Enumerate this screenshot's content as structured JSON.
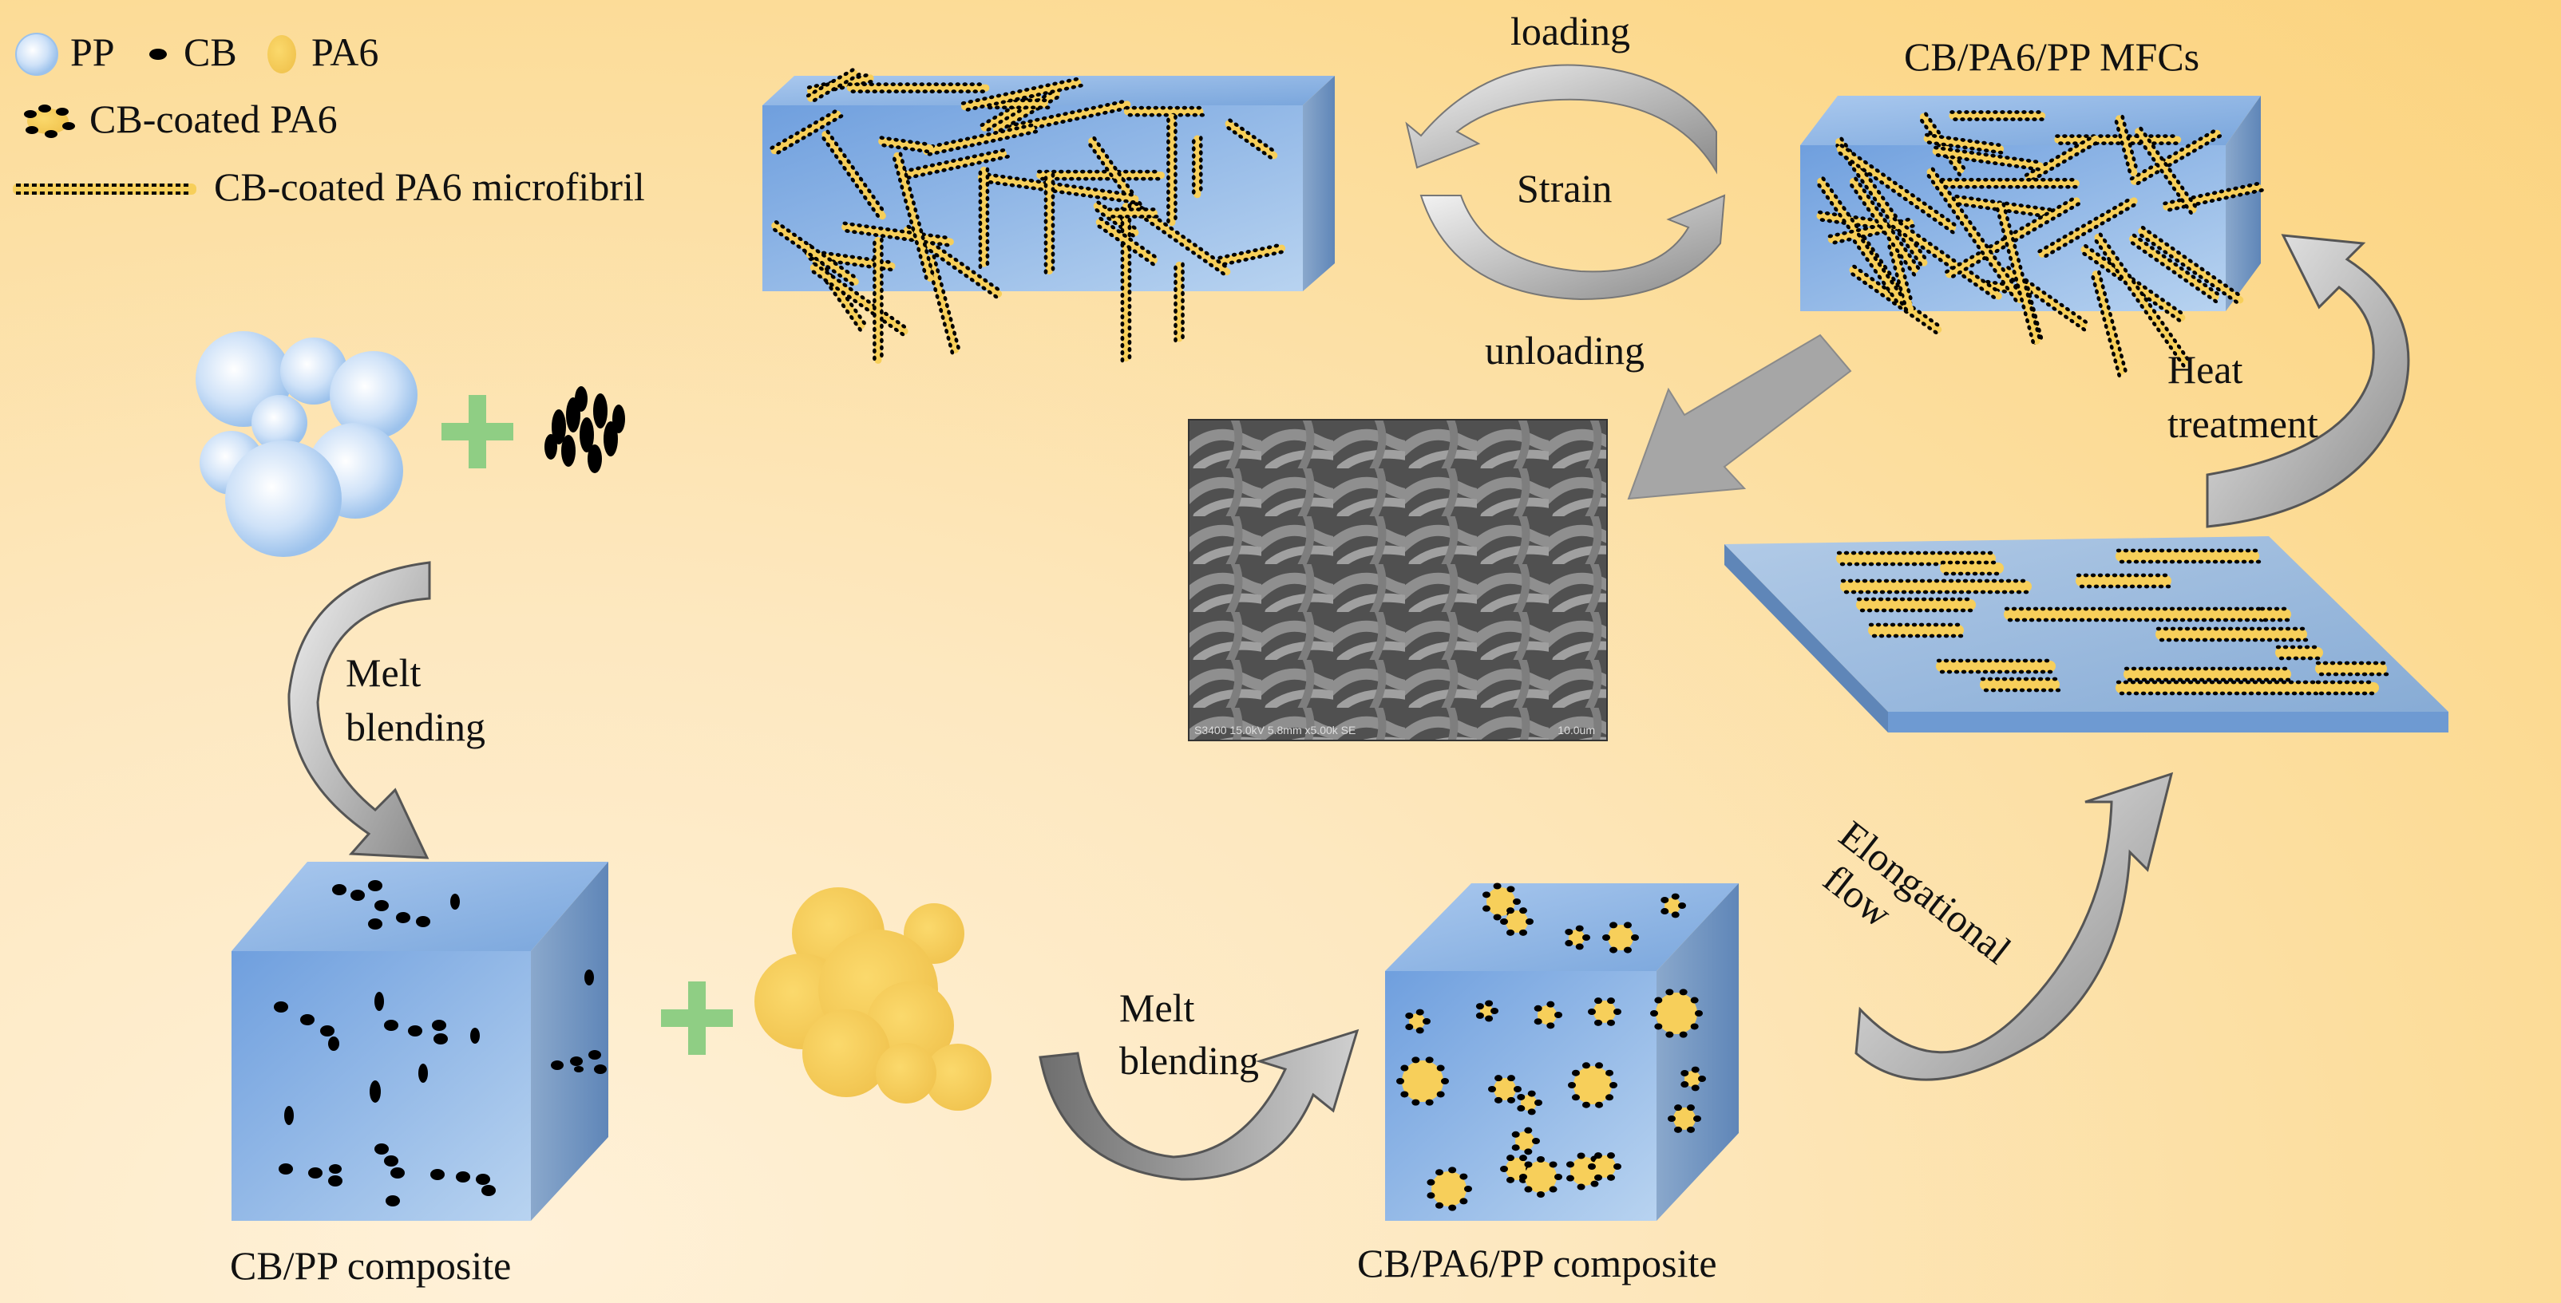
{
  "legend": {
    "pp": "PP",
    "cb": "CB",
    "pa6": "PA6",
    "cb_coated_pa6": "CB-coated PA6",
    "cb_coated_microfibril": "CB-coated PA6 microfibril"
  },
  "labels": {
    "loading": "loading",
    "unloading": "unloading",
    "strain": "Strain",
    "mfcs_title": "CB/PA6/PP MFCs",
    "heat_treatment_1": "Heat",
    "heat_treatment_2": "treatment",
    "melt_blending_1_a": "Melt",
    "melt_blending_1_b": "blending",
    "melt_blending_2_a": "Melt",
    "melt_blending_2_b": "blending",
    "elongational_a": "Elongational",
    "elongational_b": "flow",
    "cb_pp_composite": "CB/PP composite",
    "cb_pa6_pp_composite": "CB/PA6/PP composite"
  },
  "sem": {
    "caption": "S3400 15.0kV 5.8mm x5.00k SE",
    "scale": "10.0um"
  },
  "colors": {
    "pp_blue": "#8fb8e8",
    "cb_black": "#000000",
    "pa6_yellow": "#f7cf5a",
    "arrow_gray": "#9e9e9e",
    "plus_green": "#8fce84"
  }
}
